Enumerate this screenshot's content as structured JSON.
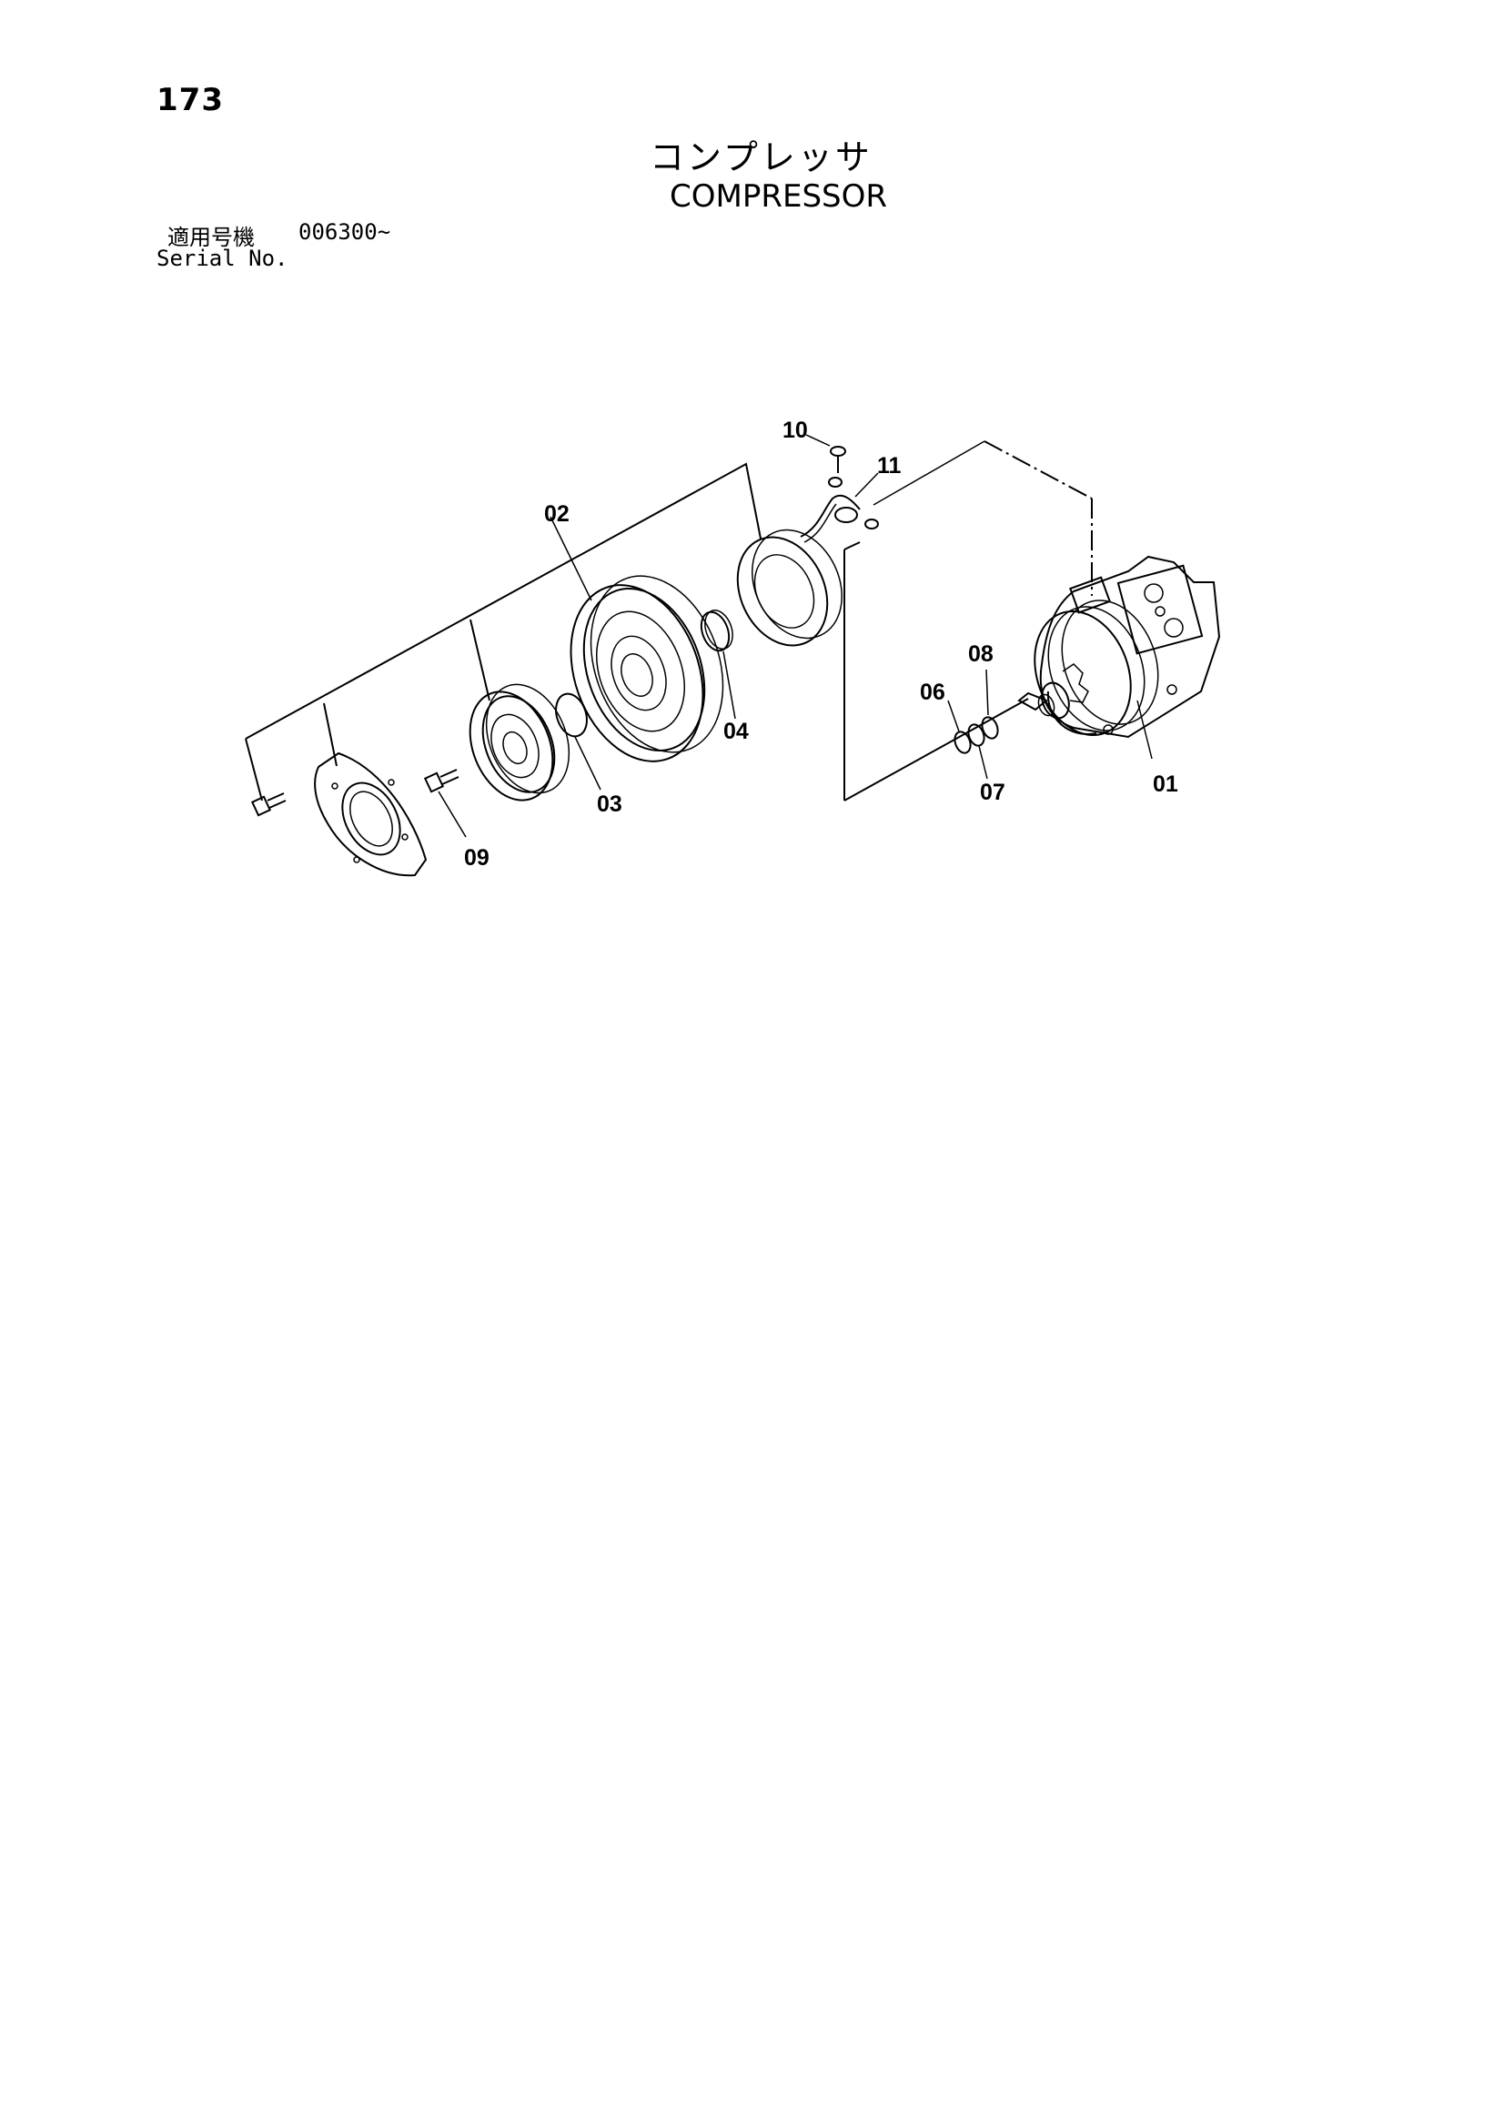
{
  "header": {
    "page_number": "173",
    "title_jp": "コンプレッサ",
    "title_en": "COMPRESSOR",
    "serial_label_jp": "適用号機",
    "serial_range": "006300~",
    "serial_label_en": "Serial No."
  },
  "callouts": {
    "c01": "01",
    "c02": "02",
    "c03": "03",
    "c04": "04",
    "c06": "06",
    "c07": "07",
    "c08": "08",
    "c09": "09",
    "c10": "10",
    "c11": "11"
  }
}
